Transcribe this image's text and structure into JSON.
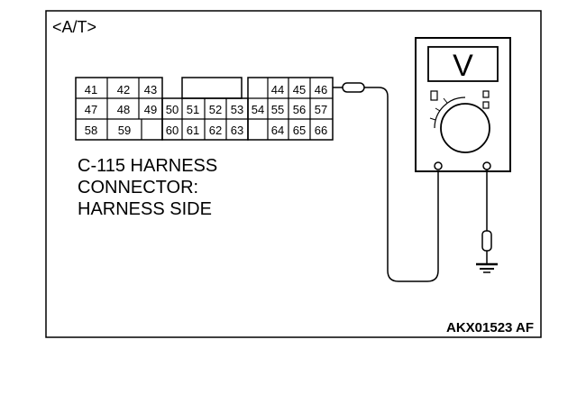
{
  "diagram": {
    "section_tag": "<A/T>",
    "connector_caption": [
      "C-115 HARNESS",
      "CONNECTOR:",
      "HARNESS SIDE"
    ],
    "figure_code": "AKX01523 AF"
  },
  "connector": {
    "left_block": {
      "row1": [
        "41",
        "42",
        "43"
      ],
      "row2": [
        "47",
        "48",
        "49"
      ],
      "row3": [
        "58",
        "59"
      ]
    },
    "middle_block": {
      "row2": [
        "50",
        "51",
        "52",
        "53",
        "54"
      ],
      "row3": [
        "60",
        "61",
        "62",
        "63"
      ]
    },
    "right_block": {
      "row1": [
        "44",
        "45",
        "46"
      ],
      "row2": [
        "55",
        "56",
        "57"
      ],
      "row3": [
        "64",
        "65",
        "66"
      ]
    }
  },
  "instrument": {
    "type": "voltmeter",
    "display_symbol": "V",
    "probe_pin": "46",
    "ground_icon": "ground-symbol"
  }
}
